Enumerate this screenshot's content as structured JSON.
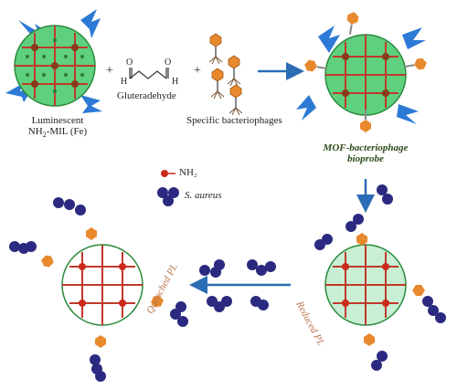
{
  "labels": {
    "mof_line1": "Luminescent",
    "mof_line2_prefix": "NH",
    "mof_line2_sub": "2",
    "mof_line2_suffix": "-MIL (Fe)",
    "glutaraldehyde": "Gluteradehyde",
    "phages": "Specific bacteriophages",
    "bioprobe_line1": "MOF-bacteriophage",
    "bioprobe_line2": "bioprobe",
    "legend_nh2": "NH₂",
    "legend_saureus": "S. aureus",
    "reduced_pl": "Reduced PL",
    "quenched_pl": "Quenched PL",
    "plus1": "+",
    "plus2": "+",
    "aldehyde_h_left": "H",
    "aldehyde_o_left": "O",
    "aldehyde_h_right": "H",
    "aldehyde_o_right": "O"
  },
  "colors": {
    "mof_fill": "#5fd07e",
    "mof_stroke": "#2a8a3c",
    "mof_pale_fill": "#c8efd4",
    "node_red": "#cc2a1a",
    "linker_red": "#c0392b",
    "spark_blue": "#2d7ad6",
    "arrow_blue": "#2a6db5",
    "phage_orange": "#e8892e",
    "bacteria_navy": "#2b2a80",
    "pl_text": "#b8744c"
  }
}
